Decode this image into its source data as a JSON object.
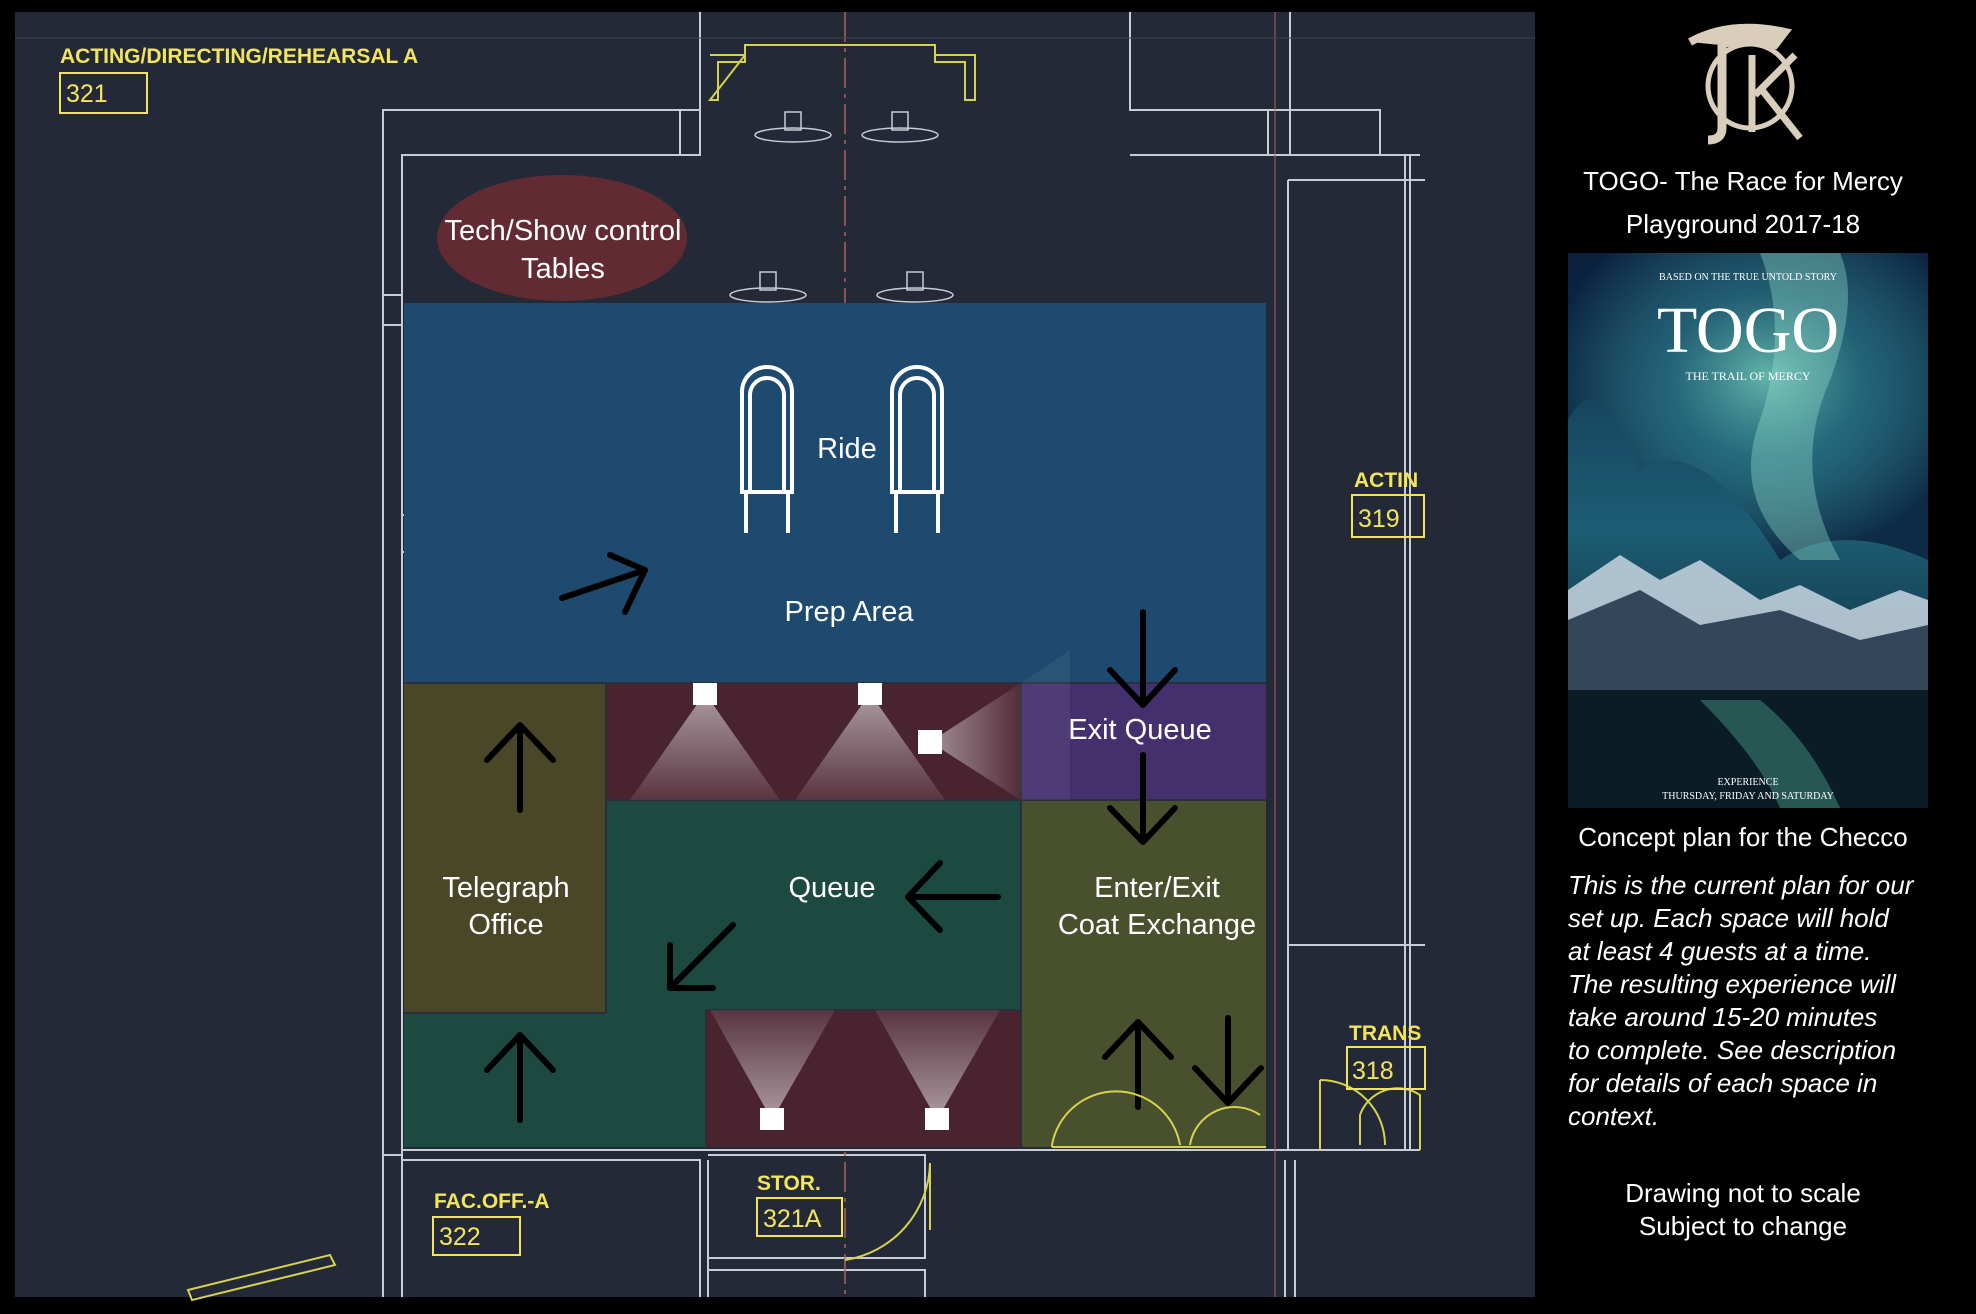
{
  "rooms": {
    "acting_a": {
      "name": "ACTING/DIRECTING/REHEARSAL A",
      "number": "321"
    },
    "acting_b": {
      "name": "ACTIN",
      "number": "319"
    },
    "trans": {
      "name": "TRANS",
      "number": "318"
    },
    "fac_off": {
      "name": "FAC.OFF.-A",
      "number": "322"
    },
    "stor": {
      "name": "STOR.",
      "number": "321A"
    }
  },
  "zones": {
    "tech": {
      "line1": "Tech/Show control",
      "line2": "Tables"
    },
    "ride": "Ride",
    "prep": "Prep Area",
    "exit_queue": "Exit Queue",
    "telegraph": {
      "line1": "Telegraph",
      "line2": "Office"
    },
    "queue": "Queue",
    "coat": {
      "line1": "Enter/Exit",
      "line2": "Coat Exchange"
    }
  },
  "sidebar": {
    "title_line1": "TOGO- The Race for Mercy",
    "title_line2": "Playground 2017-18",
    "poster": {
      "tagline": "BASED ON THE TRUE UNTOLD STORY",
      "title": "TOGO",
      "subtitle": "THE TRAIL OF MERCY",
      "footer1": "EXPERIENCE",
      "footer2": "THURSDAY, FRIDAY AND SATURDAY"
    },
    "concept": "Concept plan for the Checco",
    "description_lines": [
      "This is the current plan for our",
      "set up. Each space will hold",
      "at least 4 guests at a time.",
      "The resulting experience will",
      "take around 15-20 minutes",
      "to complete. See description",
      "for details of each space in",
      "context."
    ],
    "note1": "Drawing not to scale",
    "note2": "Subject to change"
  },
  "colors": {
    "plan_bg": "#232936",
    "prep_blue": "#1d4a6e",
    "maroon": "#4a2330",
    "teal": "#1d4a40",
    "olive": "#4a4628",
    "purple": "#45306e",
    "coat_olive": "#49502e",
    "tech_red": "#6d2c33",
    "label_yellow": "#f2e55c",
    "wall": "#c8ccd4"
  }
}
